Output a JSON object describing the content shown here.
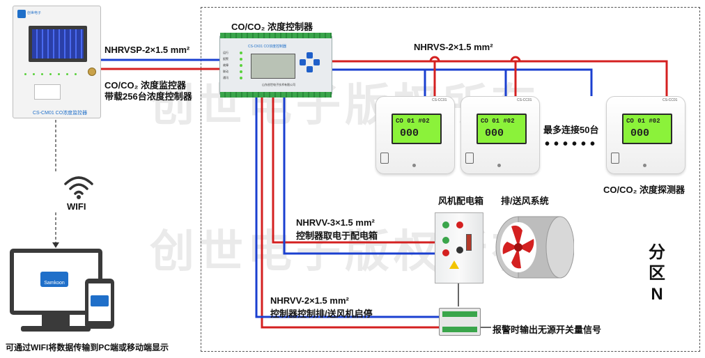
{
  "labels": {
    "controller_title": "CO/CO₂ 浓度控制器",
    "cable_main": "NHRVSP-2×1.5 mm²",
    "cable_bus": "NHRVS-2×1.5 mm²",
    "monitor_title": "CO/CO₂ 浓度监控器",
    "monitor_capacity": "带载256台浓度控制器",
    "detector_count": "最多连接50台",
    "detector_title": "CO/CO₂ 浓度探测器",
    "power_box": "风机配电箱",
    "fan_system": "排/送风系统",
    "cable_power": "NHRVV-3×1.5 mm²",
    "cable_power_desc": "控制器取电于配电箱",
    "cable_fan": "NHRVV-2×1.5 mm²",
    "cable_fan_desc": "控制器控制排/送风机启停",
    "alarm_output": "报警时输出无源开关量信号",
    "wifi": "WIFI",
    "pc_caption": "可通过WIFI将数据传输到PC端或移动端显示",
    "zone_1": "分",
    "zone_2": "区",
    "zone_3": "N"
  },
  "device_text": {
    "panel_label": "CS-CM01 CO浓度监控器",
    "panel_brand": "创世电子",
    "controller_model": "CS-CK01 CO浓度控制器",
    "controller_maker": "山东创世电子技术有限公司",
    "controller_leds": [
      "运行",
      "报警",
      "故障",
      "联动",
      "通讯"
    ],
    "detector_model": "CS-CC01",
    "lcd_top": "CO 01 #02",
    "lcd_value": "000",
    "brand_logo": "Samkoon"
  },
  "watermark": [
    "创世电子版权所有",
    "创世电子版权所有"
  ],
  "colors": {
    "wire_red": "#d42020",
    "wire_blue": "#1a3fd0",
    "lcd_green": "#8bf23a",
    "brand_blue": "#1f6fc9"
  },
  "icons": [
    "wifi-icon",
    "arrow-down-icon",
    "fan-icon",
    "relay-module-icon"
  ]
}
